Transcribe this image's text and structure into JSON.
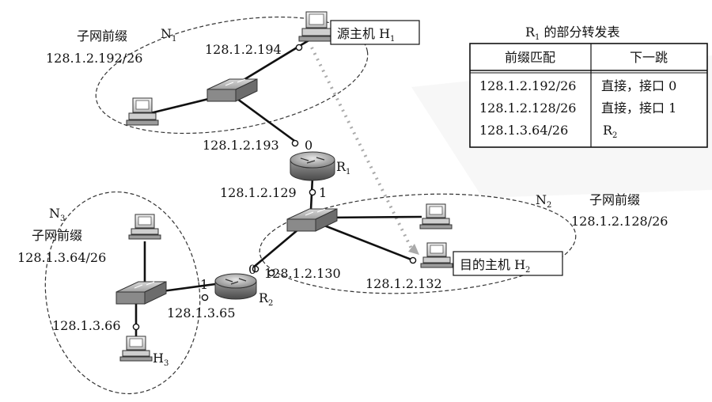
{
  "table": {
    "title_main": "R",
    "title_sub": "1",
    "title_rest": " 的部分转发表",
    "headers": [
      "前缀匹配",
      "下一跳"
    ],
    "rows": [
      {
        "prefix": "128.1.2.192/26",
        "next": "直接，接口 0",
        "next_sub": ""
      },
      {
        "prefix": "128.1.2.128/26",
        "next": "直接，接口 1",
        "next_sub": ""
      },
      {
        "prefix": "128.1.3.64/26",
        "next": "R",
        "next_sub": "2"
      }
    ]
  },
  "subnets": {
    "n1": {
      "label": "子网前缀",
      "prefix": "128.1.2.192/26",
      "name": "N",
      "name_sub": "1"
    },
    "n2": {
      "label": "子网前缀",
      "prefix": "128.1.2.128/26",
      "name": "N",
      "name_sub": "2"
    },
    "n3": {
      "label": "子网前缀",
      "prefix": "128.1.3.64/26",
      "name": "N",
      "name_sub": "3"
    }
  },
  "routers": {
    "r1": {
      "name": "R",
      "sub": "1"
    },
    "r2": {
      "name": "R",
      "sub": "2"
    }
  },
  "hosts": {
    "h1": {
      "label": "源主机 H",
      "sub": "1"
    },
    "h2": {
      "label": "目的主机 H",
      "sub": "2"
    },
    "h3": {
      "label": "H",
      "sub": "3"
    }
  },
  "addresses": {
    "h1_ip": "128.1.2.194",
    "r1_if0_ip": "128.1.2.193",
    "r1_if0": "0",
    "r1_if1_ip": "128.1.2.129",
    "r1_if1": "1",
    "r2_if0_ip": "128.1.2.130",
    "r2_if0": "0",
    "h2_ip": "128.1.2.132",
    "r2_if1_ip": "128.1.3.65",
    "r2_if1": "1",
    "h3_ip": "128.1.3.66"
  }
}
